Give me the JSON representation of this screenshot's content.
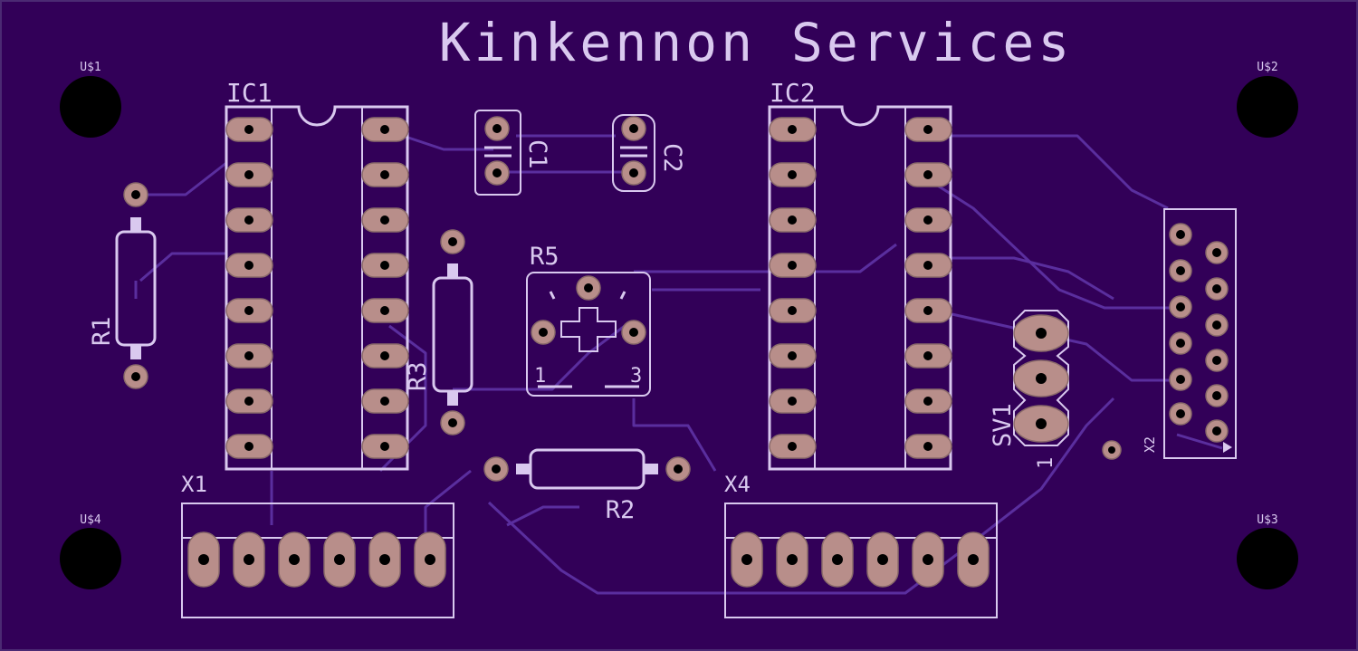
{
  "board": {
    "title": "Kinkennon Services",
    "colors": {
      "board": "#320058",
      "silk": "#d9c9ef",
      "pad": "#b88e8a",
      "trace": "#5a2e9e"
    }
  },
  "labels": {
    "ic1": "IC1",
    "ic2": "IC2",
    "c1": "C1",
    "c2": "C2",
    "r1": "R1",
    "r2": "R2",
    "r3": "R3",
    "r5": "R5",
    "r5_pin1": "1",
    "r5_pin3": "3",
    "sv1": "SV1",
    "sv1_pin1": "1",
    "x1": "X1",
    "x2": "X2",
    "x4": "X4",
    "u1": "U$1",
    "u2": "U$2",
    "u3": "U$3",
    "u4": "U$4"
  }
}
